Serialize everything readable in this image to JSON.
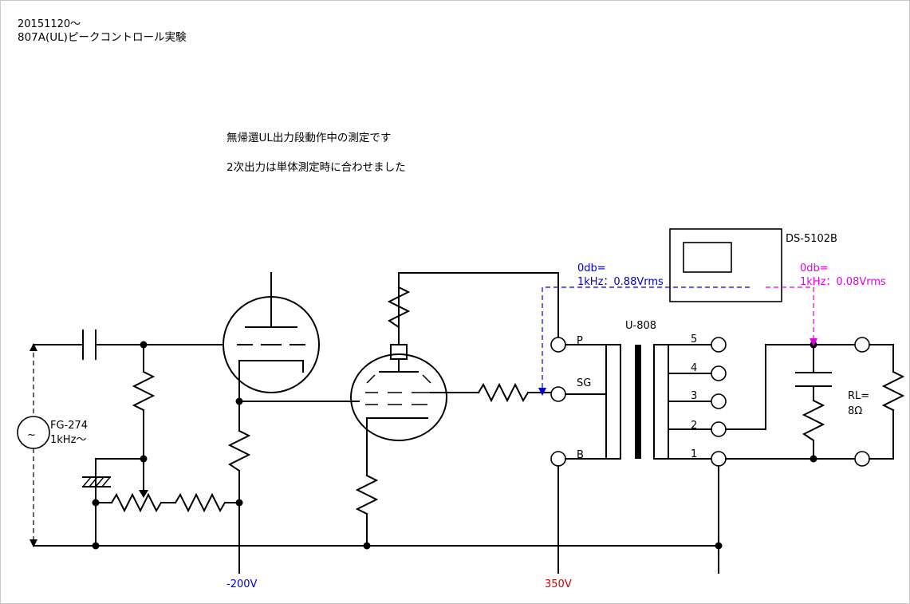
{
  "header": {
    "date": "20151120～",
    "title": "807A(UL)ピークコントロール実験"
  },
  "notes": {
    "line1": "無帰還UL出力段動作中の測定です",
    "line2": "2次出力は単体測定時に合わせました"
  },
  "generator": {
    "name": "FG-274",
    "freq": "1kHz～"
  },
  "scope": {
    "name": "DS-5102B"
  },
  "transformer": {
    "name": "U-808",
    "primary": {
      "p": "P",
      "sg": "SG",
      "b": "B"
    },
    "secondary_taps": [
      "5",
      "4",
      "3",
      "2",
      "1"
    ]
  },
  "load": {
    "label_line1": "RL=",
    "label_line2": "8Ω"
  },
  "measure_sg": {
    "line1": "0db=",
    "line2": "1kHz：0.88Vrms",
    "color": "#0000cc"
  },
  "measure_out": {
    "line1": "0db=",
    "line2": "1kHz：0.08Vrms",
    "color": "#e000e0"
  },
  "supplies": {
    "negative": {
      "label": "-200V",
      "color": "#0000cc"
    },
    "positive": {
      "label": "350V",
      "color": "#cc0000"
    }
  }
}
